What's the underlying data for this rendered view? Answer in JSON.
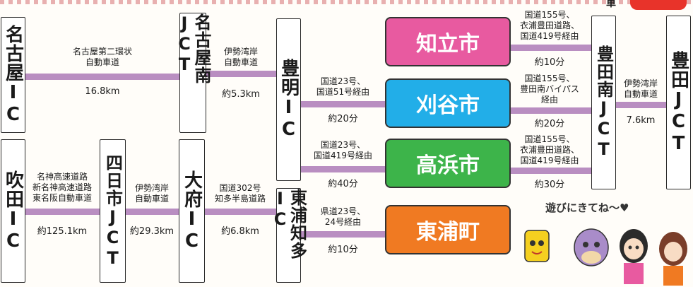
{
  "corner_text": "車",
  "nodes": {
    "nagoya_ic": "名古屋IC",
    "nagoya_minami_jct": "名古屋南JCT",
    "toyoake_ic": "豊明IC",
    "toyotaminami_jct": "豊田南JCT",
    "toyota_jct": "豊田JCT",
    "suita_ic": "吹田IC",
    "yokkaichi_jct": "四日市JCT",
    "obu_ic": "大府IC",
    "higashiura_chita_ic": "東浦知多IC"
  },
  "routes": {
    "r1_label": "名古屋第二環状\n自動車道",
    "r1_dist": "16.8km",
    "r2_label": "伊勢湾岸\n自動車道",
    "r2_dist": "約5.3km",
    "r3_label": "名神高速道路\n新名神高速道路\n東名阪自動車道",
    "r3_dist": "約125.1km",
    "r4_label": "伊勢湾岸\n自動車道",
    "r4_dist": "約29.3km",
    "r5_label": "国道302号\n知多半島道路",
    "r5_dist": "約6.8km",
    "r6_label": "伊勢湾岸\n自動車道",
    "r6_dist": "7.6km"
  },
  "cities": [
    {
      "name": "知立市",
      "color": "#e85aa0",
      "in_label": "",
      "in_time": "",
      "out_label": "国道155号、\n衣浦豊田道路、\n国道419号経由",
      "out_time": "約10分"
    },
    {
      "name": "刈谷市",
      "color": "#22aee8",
      "in_label": "国道23号、\n国道51号経由",
      "in_time": "約20分",
      "out_label": "国道155号、\n豊田南バイパス\n経由",
      "out_time": "約20分"
    },
    {
      "name": "高浜市",
      "color": "#3db44a",
      "in_label": "国道23号、\n国道419号経由",
      "in_time": "約40分",
      "out_label": "国道155号、\n衣浦豊田道路、\n国道419号経由",
      "out_time": "約30分"
    },
    {
      "name": "東浦町",
      "color": "#f07a22",
      "in_label": "県道23号、\n24号経由",
      "in_time": "約10分",
      "out_label": "",
      "out_time": ""
    }
  ],
  "speech": "遊びにきてね～♥"
}
